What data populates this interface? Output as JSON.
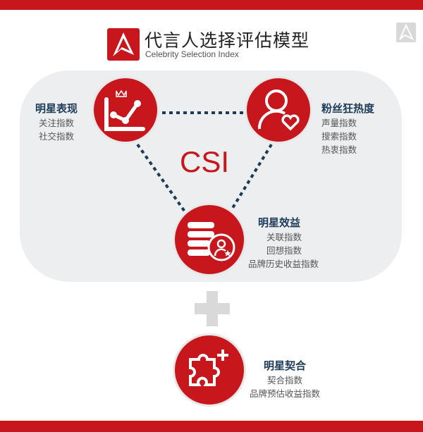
{
  "header": {
    "title": "代言人选择评估模型",
    "subtitle": "Celebrity Selection Index"
  },
  "center_label": "CSI",
  "nodes": [
    {
      "title": "明星表现",
      "items": [
        "关注指数",
        "社交指数"
      ]
    },
    {
      "title": "粉丝狂热度",
      "items": [
        "声量指数",
        "搜索指数",
        "热衷指数"
      ]
    },
    {
      "title": "明星效益",
      "items": [
        "关联指数",
        "回想指数",
        "品牌历史收益指数"
      ]
    },
    {
      "title": "明星契合",
      "items": [
        "契合指数",
        "品牌预估收益指数"
      ]
    }
  ],
  "colors": {
    "accent": "#c8161d",
    "text": "#1d3b58",
    "panel": "#eceeef"
  }
}
